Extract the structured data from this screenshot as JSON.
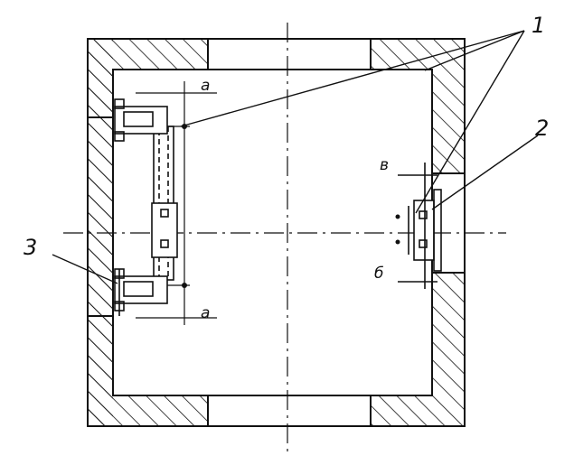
{
  "labels": {
    "callout_1": "1",
    "callout_2": "2",
    "callout_3": "3",
    "dim_a_top": "a",
    "dim_a_bottom": "a",
    "dim_v": "в",
    "dim_b": "б"
  },
  "colors": {
    "line": "#111111",
    "paper": "#ffffff"
  }
}
